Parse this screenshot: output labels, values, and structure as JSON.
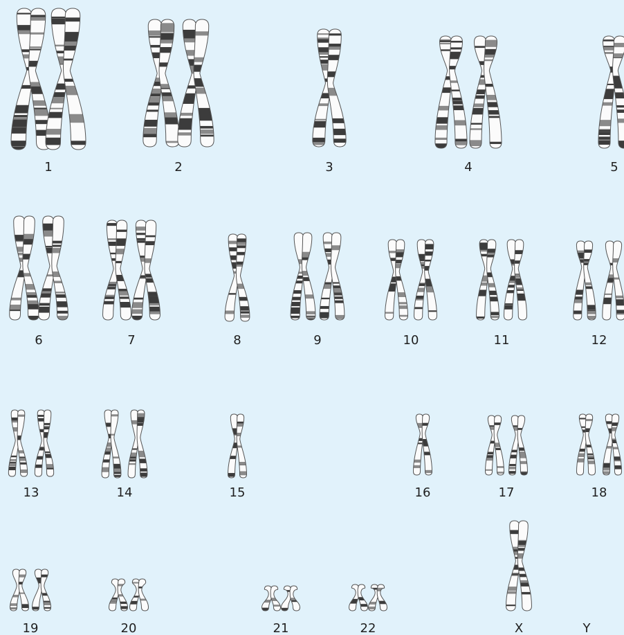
{
  "background": "#e1f2fb",
  "chromatid_fill": "#fbfbfb",
  "band_dark": "#3c3c3c",
  "band_mid": "#8a8a8a",
  "outline": "#555555",
  "chromosomes": [
    {
      "label": "1",
      "copies": 2
    },
    {
      "label": "2",
      "copies": 2
    },
    {
      "label": "3",
      "copies": 1
    },
    {
      "label": "4",
      "copies": 2
    },
    {
      "label": "5",
      "copies": 1
    },
    {
      "label": "6",
      "copies": 2
    },
    {
      "label": "7",
      "copies": 2
    },
    {
      "label": "8",
      "copies": 1
    },
    {
      "label": "9",
      "copies": 2
    },
    {
      "label": "10",
      "copies": 2
    },
    {
      "label": "11",
      "copies": 2
    },
    {
      "label": "12",
      "copies": 2
    },
    {
      "label": "13",
      "copies": 2
    },
    {
      "label": "14",
      "copies": 2
    },
    {
      "label": "15",
      "copies": 1
    },
    {
      "label": "16",
      "copies": 1
    },
    {
      "label": "17",
      "copies": 2
    },
    {
      "label": "18",
      "copies": 2
    },
    {
      "label": "19",
      "copies": 2
    },
    {
      "label": "20",
      "copies": 2
    },
    {
      "label": "21",
      "copies": 2
    },
    {
      "label": "22",
      "copies": 2
    },
    {
      "label": "X",
      "copies": 1
    },
    {
      "label": "Y",
      "copies": 0
    }
  ]
}
